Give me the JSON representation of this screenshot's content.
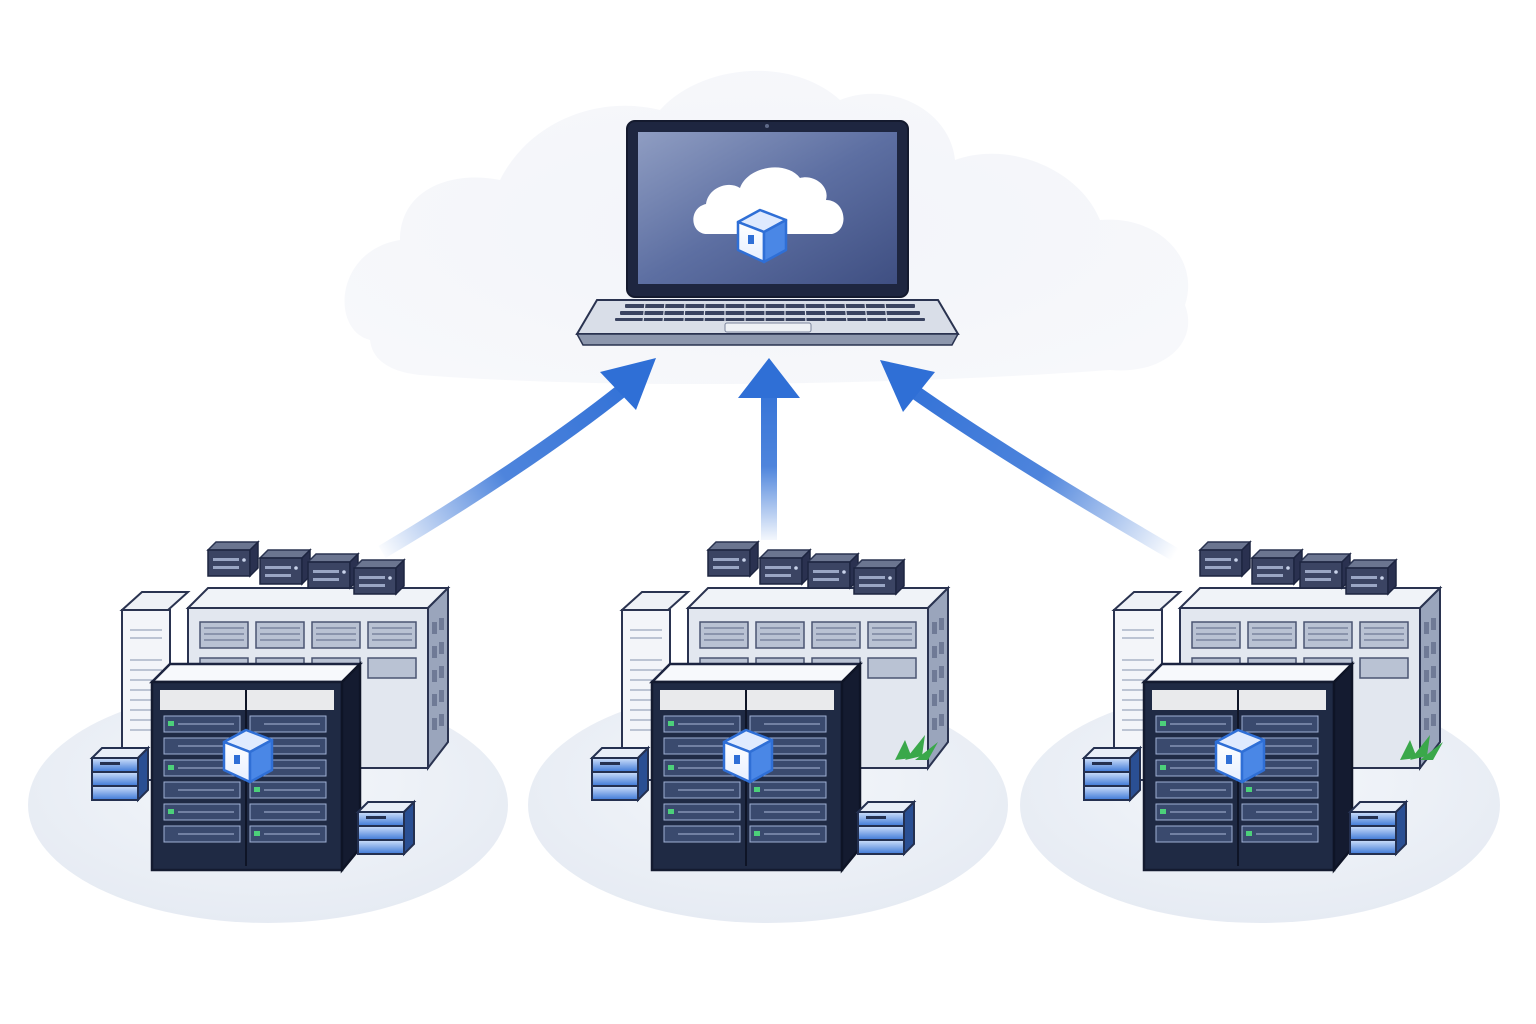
{
  "diagram": {
    "center_node": {
      "kind": "laptop",
      "screen_icon": "cloud-icon",
      "payload_icon": "package-cube-icon"
    },
    "sources": [
      {
        "kind": "data-center",
        "payload_icon": "package-cube-icon"
      },
      {
        "kind": "data-center",
        "payload_icon": "package-cube-icon"
      },
      {
        "kind": "data-center",
        "payload_icon": "package-cube-icon"
      }
    ],
    "edges": [
      {
        "from": 0,
        "to": "center",
        "direction": "upward"
      },
      {
        "from": 1,
        "to": "center",
        "direction": "upward"
      },
      {
        "from": 2,
        "to": "center",
        "direction": "upward"
      }
    ]
  },
  "colors": {
    "arrow": "#2f6fd6",
    "cloud_bg": "#eef1f7",
    "platform": "#e9eef6",
    "rack_dark": "#1f2a44",
    "building": "#cfd6e2",
    "cube": "#3b82e6",
    "disk": "#4f86d9",
    "plant": "#3aa84a",
    "laptop_screen": "#5a6fa3"
  }
}
